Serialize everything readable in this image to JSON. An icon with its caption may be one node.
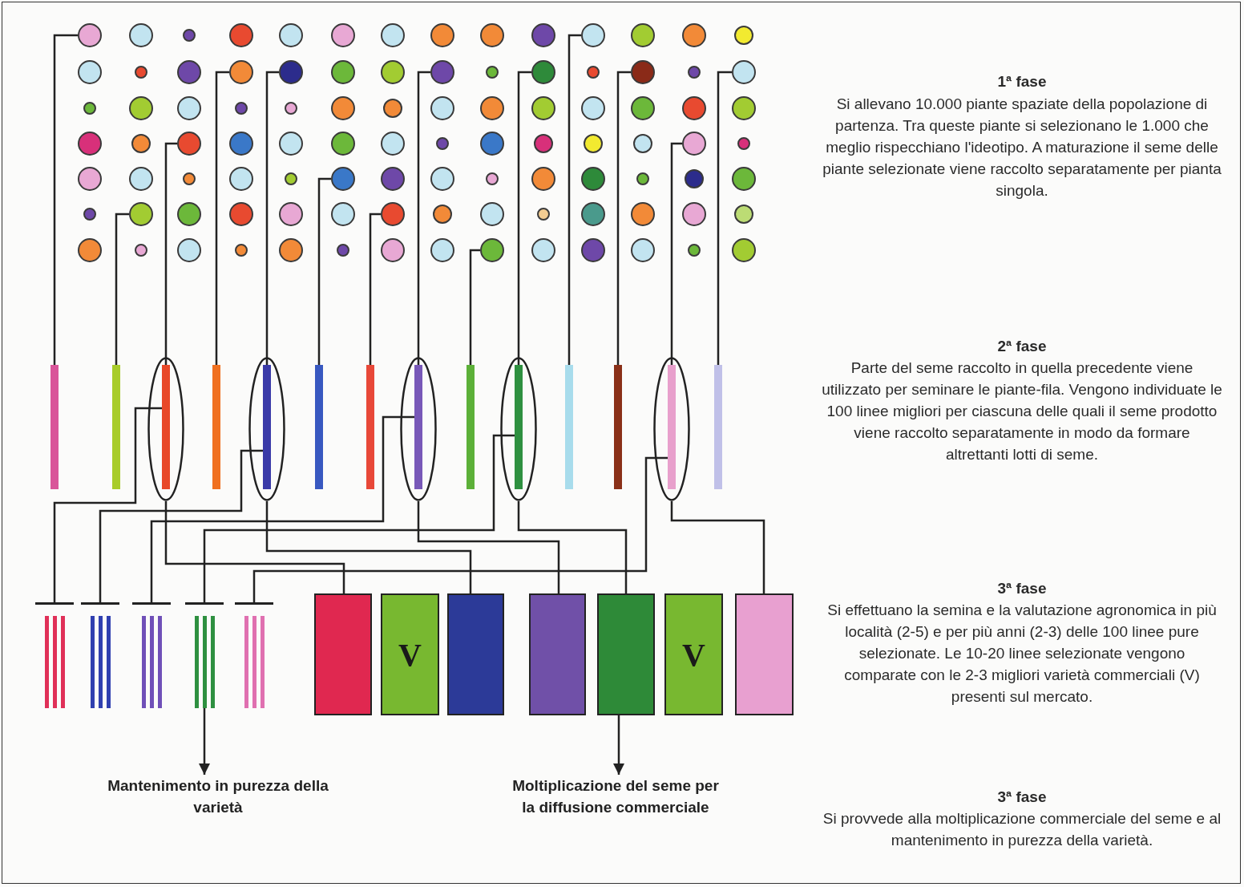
{
  "diagram": {
    "nodes": [
      {
        "text": [],
        "shape": "circle"
      },
      {
        "text": [],
        "shape": "circle"
      },
      {
        "text": [],
        "shape": "circle"
      },
      {
        "text": [],
        "shape": "circle"
      },
      {
        "text": [],
        "shape": "circle"
      },
      {
        "text": [],
        "shape": "circle"
      },
      {
        "text": [],
        "shape": "circle"
      },
      {
        "text": [],
        "shape": "circle"
      },
      {
        "text": [],
        "shape": "circle"
      },
      {
        "text": [],
        "shape": "circle"
      },
      {
        "text": [],
        "shape": "circle"
      },
      {
        "text": [],
        "shape": "circle"
      },
      {
        "text": [],
        "shape": "circle"
      },
      {
        "text": [],
        "shape": "circle"
      },
      {
        "text": [],
        "shape": "circle"
      },
      {
        "text": [],
        "shape": "circle"
      },
      {
        "text": [],
        "shape": "circle"
      },
      {
        "text": [],
        "shape": "circle"
      },
      {
        "text": [],
        "shape": "circle"
      },
      {
        "text": [],
        "shape": "circle"
      },
      {
        "text": [],
        "shape": "circle"
      },
      {
        "text": [],
        "shape": "circle"
      },
      {
        "text": [],
        "shape": "circle"
      },
      {
        "text": [],
        "shape": "circle"
      },
      {
        "text": [],
        "shape": "circle"
      },
      {
        "text": [],
        "shape": "circle"
      },
      {
        "text": [],
        "shape": "circle"
      },
      {
        "text": [],
        "shape": "circle"
      },
      {
        "text": [],
        "shape": "circle"
      },
      {
        "text": [],
        "shape": "circle"
      },
      {
        "text": [],
        "shape": "circle"
      },
      {
        "text": [],
        "shape": "circle"
      },
      {
        "text": [],
        "shape": "circle"
      },
      {
        "text": [],
        "shape": "circle"
      },
      {
        "text": [],
        "shape": "circle"
      },
      {
        "text": [],
        "shape": "circle"
      },
      {
        "text": [],
        "shape": "circle"
      },
      {
        "text": [],
        "shape": "circle"
      },
      {
        "text": [],
        "shape": "circle"
      },
      {
        "text": [],
        "shape": "circle"
      },
      {
        "text": [],
        "shape": "circle"
      },
      {
        "text": [],
        "shape": "circle"
      },
      {
        "text": [],
        "shape": "circle"
      },
      {
        "text": [],
        "shape": "circle"
      },
      {
        "text": [],
        "shape": "circle"
      },
      {
        "text": [],
        "shape": "circle"
      },
      {
        "text": [],
        "shape": "circle"
      },
      {
        "text": [],
        "shape": "circle"
      },
      {
        "text": [],
        "shape": "circle"
      },
      {
        "text": [],
        "shape": "circle"
      },
      {
        "text": [],
        "shape": "circle"
      },
      {
        "text": [],
        "shape": "circle"
      },
      {
        "text": [],
        "shape": "circle"
      },
      {
        "text": [],
        "shape": "circle"
      },
      {
        "text": [],
        "shape": "circle"
      },
      {
        "text": [],
        "shape": "circle"
      },
      {
        "text": [],
        "shape": "circle"
      },
      {
        "text": [],
        "shape": "circle"
      },
      {
        "text": [],
        "shape": "circle"
      },
      {
        "text": [],
        "shape": "circle"
      },
      {
        "text": [],
        "shape": "circle"
      },
      {
        "text": [],
        "shape": "circle"
      },
      {
        "text": [],
        "shape": "circle"
      },
      {
        "text": [],
        "shape": "circle"
      },
      {
        "text": [],
        "shape": "circle"
      },
      {
        "text": [],
        "shape": "circle"
      },
      {
        "text": [],
        "shape": "circle"
      },
      {
        "text": [],
        "shape": "circle"
      },
      {
        "text": [],
        "shape": "circle"
      },
      {
        "text": [],
        "shape": "circle"
      },
      {
        "text": [],
        "shape": "circle"
      },
      {
        "text": [],
        "shape": "circle"
      },
      {
        "text": [],
        "shape": "circle"
      },
      {
        "text": [],
        "shape": "circle"
      },
      {
        "text": [],
        "shape": "circle"
      },
      {
        "text": [],
        "shape": "circle"
      },
      {
        "text": [],
        "shape": "circle"
      },
      {
        "text": [],
        "shape": "circle"
      },
      {
        "text": [],
        "shape": "circle"
      },
      {
        "text": [],
        "shape": "circle"
      },
      {
        "text": [],
        "shape": "circle"
      },
      {
        "text": [],
        "shape": "circle"
      },
      {
        "text": [],
        "shape": "circle"
      },
      {
        "text": [],
        "shape": "circle"
      },
      {
        "text": [],
        "shape": "circle"
      },
      {
        "text": [],
        "shape": "circle"
      },
      {
        "text": [],
        "shape": "circle"
      },
      {
        "text": [],
        "shape": "circle"
      },
      {
        "text": [],
        "shape": "circle"
      },
      {
        "text": [],
        "shape": "circle"
      },
      {
        "text": [],
        "shape": "circle"
      },
      {
        "text": [],
        "shape": "circle"
      },
      {
        "text": [],
        "shape": "circle"
      },
      {
        "text": [],
        "shape": "circle"
      },
      {
        "text": [],
        "shape": "circle"
      },
      {
        "text": [],
        "shape": "circle"
      },
      {
        "text": [],
        "shape": "circle"
      },
      {
        "text": [],
        "shape": "circle"
      },
      {
        "text": [],
        "shape": "bar"
      },
      {
        "text": [],
        "shape": "bar"
      },
      {
        "text": [],
        "shape": "ellipse"
      },
      {
        "text": [],
        "shape": "bar",
        "in": 100
      },
      {
        "text": [],
        "shape": "bar"
      },
      {
        "text": [],
        "shape": "ellipse"
      },
      {
        "text": [],
        "shape": "bar",
        "in": 103
      },
      {
        "text": [],
        "shape": "bar"
      },
      {
        "text": [],
        "shape": "bar"
      },
      {
        "text": [],
        "shape": "ellipse"
      },
      {
        "text": [],
        "shape": "bar",
        "in": 107
      },
      {
        "text": [],
        "shape": "bar"
      },
      {
        "text": [],
        "shape": "ellipse"
      },
      {
        "text": [],
        "shape": "bar",
        "in": 110
      },
      {
        "text": [],
        "shape": "bar"
      },
      {
        "text": [],
        "shape": "bar"
      },
      {
        "text": [],
        "shape": "ellipse"
      },
      {
        "text": [],
        "shape": "bar",
        "in": 114
      },
      {
        "text": [],
        "shape": "bar"
      },
      {
        "text": [],
        "shape": "stripes"
      },
      {
        "text": [],
        "shape": "stripes"
      },
      {
        "text": [],
        "shape": "stripes"
      },
      {
        "text": [],
        "shape": "stripes"
      },
      {
        "text": [],
        "shape": "stripes"
      },
      {
        "text": [],
        "shape": "box"
      },
      {
        "text": [
          "V"
        ]
      },
      {
        "text": [],
        "shape": "box"
      },
      {
        "text": [],
        "shape": "box"
      },
      {
        "text": [],
        "shape": "box"
      },
      {
        "text": [
          "V"
        ]
      },
      {
        "text": [],
        "shape": "box"
      },
      {
        "text": [
          "Mantenimento in purezza della varietà"
        ]
      },
      {
        "text": [
          "Moltiplicazione del seme per la diffusione commerciale"
        ]
      }
    ],
    "edges": [
      {
        "from": 0,
        "to": 98,
        "arrow": "none"
      },
      {
        "from": 71,
        "to": 99,
        "arrow": "none"
      },
      {
        "from": 44,
        "to": 101,
        "arrow": "none"
      },
      {
        "from": 17,
        "to": 102,
        "arrow": "none"
      },
      {
        "from": 18,
        "to": 104,
        "arrow": "none"
      },
      {
        "from": 61,
        "to": 105,
        "arrow": "none"
      },
      {
        "from": 76,
        "to": 106,
        "arrow": "none"
      },
      {
        "from": 21,
        "to": 108,
        "arrow": "none"
      },
      {
        "from": 92,
        "to": 109,
        "arrow": "none"
      },
      {
        "from": 23,
        "to": 111,
        "arrow": "none"
      },
      {
        "from": 10,
        "to": 112,
        "arrow": "none"
      },
      {
        "from": 25,
        "to": 113,
        "arrow": "none"
      },
      {
        "from": 54,
        "to": 115,
        "arrow": "none"
      },
      {
        "from": 27,
        "to": 116,
        "arrow": "none"
      },
      {
        "from": 101,
        "to": 117,
        "arrow": "other"
      },
      {
        "from": 104,
        "to": 118,
        "arrow": "other"
      },
      {
        "from": 108,
        "to": 119,
        "arrow": "other"
      },
      {
        "from": 111,
        "to": 120,
        "arrow": "other"
      },
      {
        "from": 115,
        "to": 121,
        "arrow": "other"
      },
      {
        "from": 100,
        "to": 122,
        "arrow": "none"
      },
      {
        "from": 103,
        "to": 124,
        "arrow": "none"
      },
      {
        "from": 107,
        "to": 125,
        "arrow": "none"
      },
      {
        "from": 110,
        "to": 126,
        "arrow": "none"
      },
      {
        "from": 114,
        "to": 128,
        "arrow": "none"
      },
      {
        "from": 120,
        "to": 129,
        "arrow": "to"
      },
      {
        "from": 126,
        "to": 130,
        "arrow": "to"
      }
    ],
    "labels": [
      "1ª fase",
      "Si allevano 10.000 piante spaziate della popolazione di partenza. Tra queste piante si selezionano le 1.000 che meglio rispecchiano l'ideotipo. A maturazione il seme delle piante selezionate viene raccolto separatamente per pianta singola.",
      "2ª fase",
      "Parte del seme raccolto in quella precedente viene utilizzato per seminare le piante-fila. Vengono individuate le 100 linee migliori per ciascuna delle quali il seme prodotto viene raccolto separatamente in modo da formare altrettanti lotti di seme.",
      "3ª fase",
      "Si effettuano la semina e la valutazione agronomica in più località (2-5) e per più anni (2-3) delle 100 linee pure selezionate. Le 10-20 linee selezionate vengono comparate con le 2-3 migliori varietà commerciali (V) presenti sul mercato.",
      "3ª fase",
      "Si provvede alla moltiplicazione commerciale del seme e al mantenimento in purezza della varietà."
    ]
  }
}
